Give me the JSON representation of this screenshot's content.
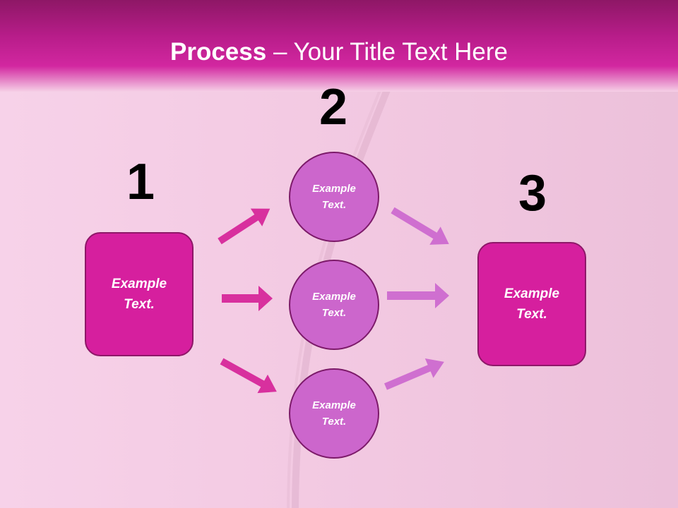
{
  "title": {
    "bold": "Process",
    "rest": " – Your Title Text Here"
  },
  "steps": [
    {
      "number": "1",
      "text_line1": "Example",
      "text_line2": "Text."
    },
    {
      "number": "2"
    },
    {
      "number": "3",
      "text_line1": "Example",
      "text_line2": "Text."
    }
  ],
  "circles": [
    {
      "line1": "Example",
      "line2": "Text."
    },
    {
      "line1": "Example",
      "line2": "Text."
    },
    {
      "line1": "Example",
      "line2": "Text."
    }
  ],
  "colors": {
    "box_fill": "#d61f9e",
    "circle_fill": "#cc66cc",
    "left_arrow": "#d8309e",
    "right_arrow": "#cf6fd0",
    "header": "#b81d8a"
  }
}
